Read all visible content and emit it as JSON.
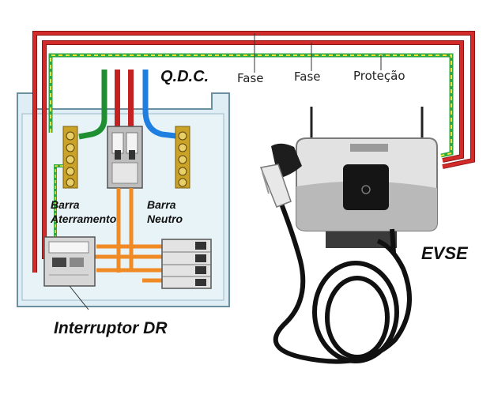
{
  "labels": {
    "qdc": "Q.D.C.",
    "fase_1": "Fase",
    "fase_2": "Fase",
    "protecao": "Proteção",
    "barra_aterramento": "Barra\nAterramento",
    "barra_neutro": "Barra\nNeutro",
    "evse": "EVSE",
    "interruptor_dr": "Interruptor DR"
  },
  "colors": {
    "fase": "#d32a2a",
    "terra_green": "#2fa843",
    "terra_yellow": "#f2e33c",
    "neutro": "#1f7fe0",
    "bridge": "#f08a24",
    "busbar": "#d8b72a"
  }
}
